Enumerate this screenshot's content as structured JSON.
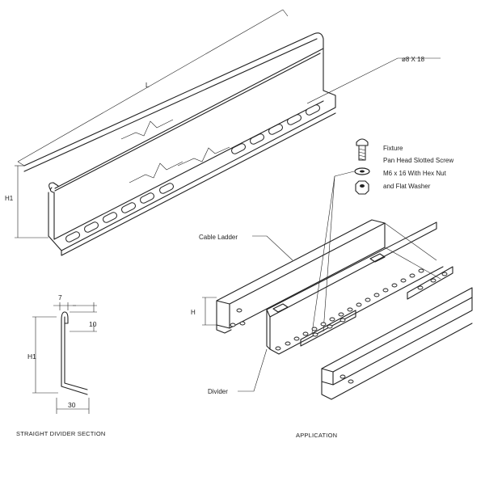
{
  "labels": {
    "length": "L",
    "slot_size": "ø8 X 18",
    "height_h1": "H1",
    "height_h": "H",
    "fixture_lines": [
      "Fixture",
      "Pan Head Slotted Screw",
      "M6 x 16 With Hex Nut",
      "and Flat Washer"
    ],
    "cable_ladder": "Cable Ladder",
    "divider": "Divider",
    "section_dims": {
      "top_width": "7",
      "hook_depth": "10",
      "height": "H1",
      "base_width": "30"
    },
    "caption_section": "STRAIGHT DIVIDER SECTION",
    "caption_application": "APPLICATION"
  }
}
